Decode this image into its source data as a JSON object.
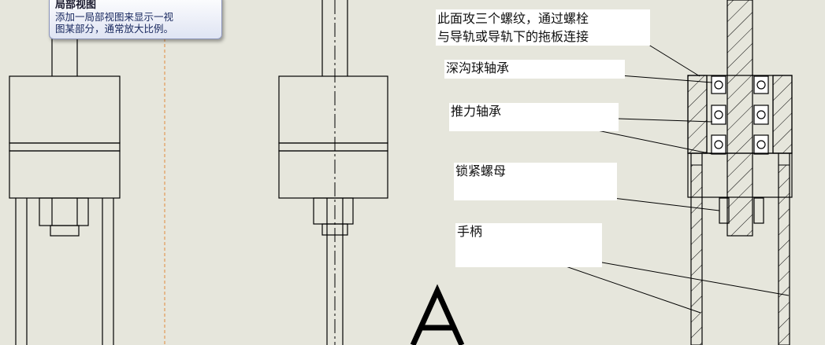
{
  "tooltip": {
    "title": "局部视图",
    "body_line1": "添加一局部视图来显示一视",
    "body_line2": "图某部分，通常放大比例。"
  },
  "annotations": {
    "mounting_note_line1": "此面攻三个螺纹，通过螺栓",
    "mounting_note_line2": "与导轨或导轨下的拖板连接",
    "deep_groove_bearing": "深沟球轴承",
    "thrust_bearing": "推力轴承",
    "lock_nut": "锁紧螺母",
    "handle": "手柄"
  },
  "view_label": "A",
  "colors": {
    "background": "#e6e6dc",
    "line": "#000000",
    "center_line": "#e08a3c"
  }
}
